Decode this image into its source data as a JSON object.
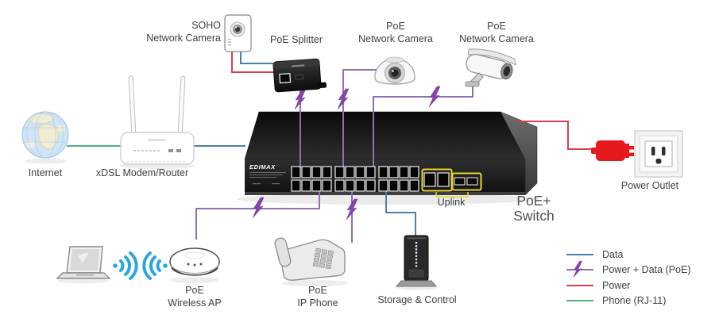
{
  "diagram": {
    "labels": {
      "internet": "Internet",
      "router": "xDSL Modem/Router",
      "soho_camera": "SOHO\nNetwork Camera",
      "poe_splitter": "PoE Splitter",
      "dome_camera": "PoE\nNetwork Camera",
      "bullet_camera": "PoE\nNetwork Camera",
      "power_outlet": "Power Outlet",
      "wireless_ap": "PoE\nWireless AP",
      "ip_phone": "PoE\nIP Phone",
      "storage": "Storage & Control",
      "uplink": "Uplink",
      "switch": "PoE+\nSwitch"
    },
    "switch": {
      "brand": "EDIMAX",
      "poe_ports": 24,
      "uplink_rj45_ports": 2,
      "uplink_sfp_slots": 2
    },
    "legend": [
      {
        "key": "data",
        "label": "Data",
        "color": "#4e7ea7",
        "style": "line"
      },
      {
        "key": "poe",
        "label": "Power + Data (PoE)",
        "color": "#8f6fb0",
        "style": "line-bolt"
      },
      {
        "key": "power",
        "label": "Power",
        "color": "#d6404e",
        "style": "line"
      },
      {
        "key": "phone",
        "label": "Phone (RJ-11)",
        "color": "#4caf7e",
        "style": "line"
      }
    ],
    "colors": {
      "data": "#4e7ea7",
      "poe": "#8f6fb0",
      "bolt": "#8444ad",
      "power": "#d6404e",
      "phone_line": "#4caf7e",
      "highlight": "#e8d52e",
      "text": "#3f3f3f"
    }
  }
}
